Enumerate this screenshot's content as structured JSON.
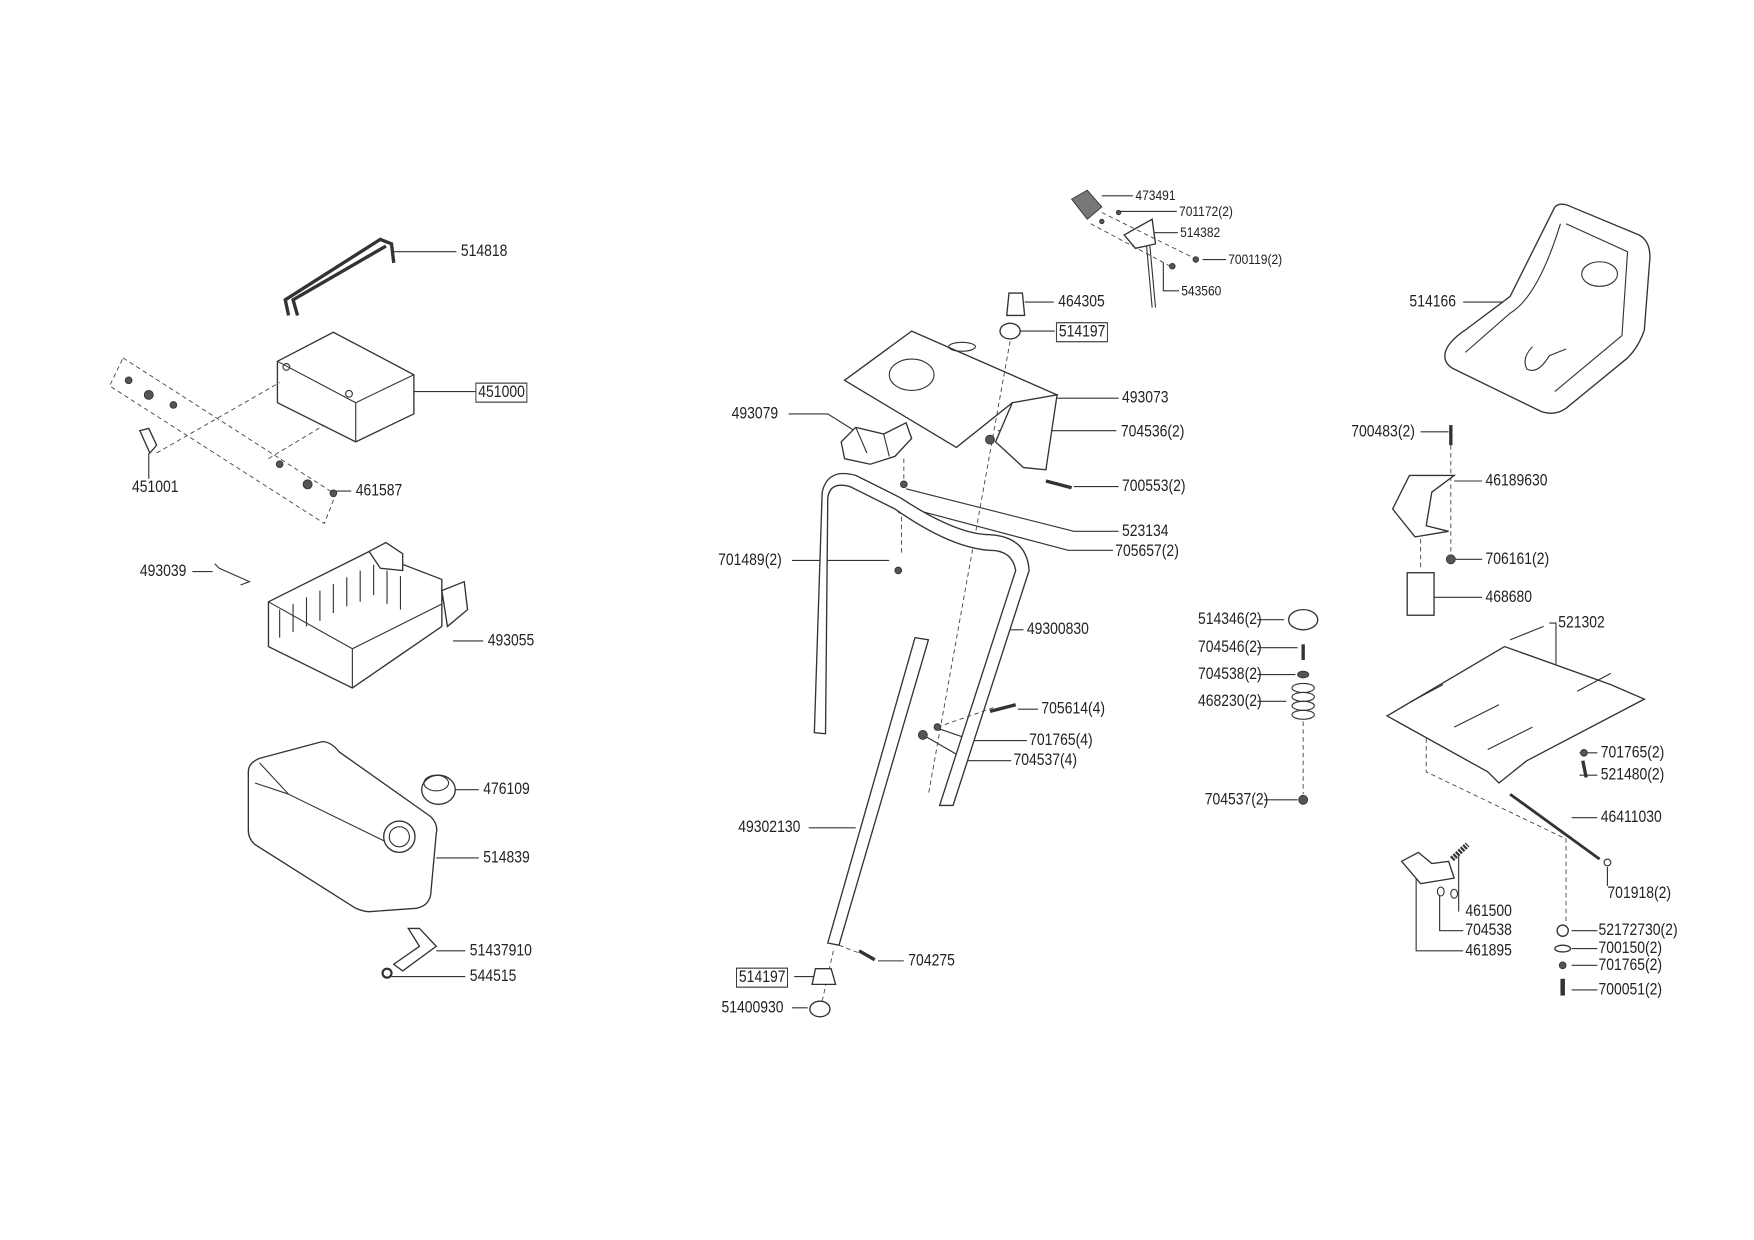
{
  "diagram": {
    "battery_group": {
      "strap": "514818",
      "battery": "451000",
      "terminal_cover": "451001",
      "bolt_kit": "461587",
      "clip": "493039",
      "tray": "493055",
      "tank_cap": "476109",
      "tank": "514839",
      "hose": "51437910",
      "hose_clamp": "544515"
    },
    "steering_group": {
      "knob": "473491",
      "screw": "701172(2)",
      "bracket": "514382",
      "nut": "700119(2)",
      "rod": "543560",
      "bushing_top": "464305",
      "bearing_top": "514197",
      "dash_plate": "493073",
      "holder": "493079",
      "nut_plate": "704536(2)",
      "bolt_plate": "700553(2)",
      "bolt_frame": "523134",
      "nut_frame": "705657(2)",
      "screw_frame": "701489(2)",
      "frame": "49300830",
      "bolt_tube": "705614(4)",
      "washer_tube": "701765(4)",
      "nut_tube": "704537(4)",
      "column": "49302130",
      "pin": "704275",
      "bearing_bottom": "514197",
      "gear": "51400930"
    },
    "spring_group": {
      "cap": "514346(2)",
      "bolt": "704546(2)",
      "washer": "704538(2)",
      "spring": "468230(2)",
      "nut": "704537(2)"
    },
    "seat_group": {
      "seat": "514166",
      "bolt": "700483(2)",
      "switch_bracket": "46189630",
      "nut": "706161(2)",
      "switch": "468680",
      "seat_plate": "521302",
      "washer_a": "701765(2)",
      "knob": "521480(2)",
      "rod": "46411030",
      "clip": "701918(2)",
      "spring": "461500",
      "washer_b": "704538",
      "latch": "461895",
      "bushing": "52172730(2)",
      "washer_c": "700150(2)",
      "washer_d": "701765(2)",
      "bolt_b": "700051(2)"
    }
  }
}
